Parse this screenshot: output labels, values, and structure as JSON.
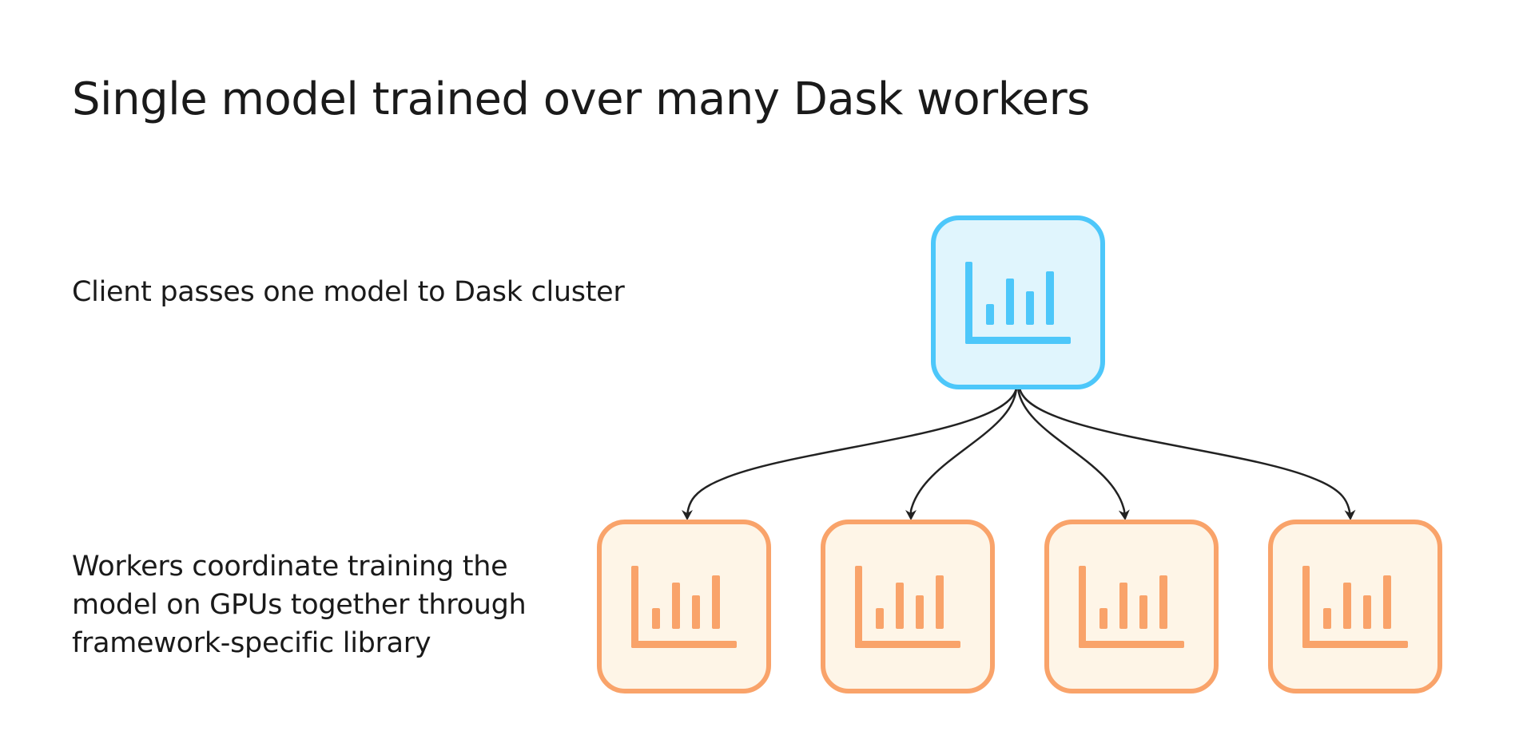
{
  "title": "Single model trained over many Dask workers",
  "captions": {
    "client": "Client passes one model to Dask cluster",
    "workers": "Workers coordinate training the model on GPUs together through framework-specific library"
  },
  "nodes": {
    "client": {
      "icon": "bar-chart-icon",
      "stroke": "#4DC7FA",
      "fill": "#E0F5FD"
    },
    "worker": {
      "icon": "bar-chart-icon",
      "stroke": "#F9A36A",
      "fill": "#FEF5E7",
      "count": 4
    }
  },
  "colors": {
    "text": "#1a1a1a",
    "arrow": "#222222"
  }
}
